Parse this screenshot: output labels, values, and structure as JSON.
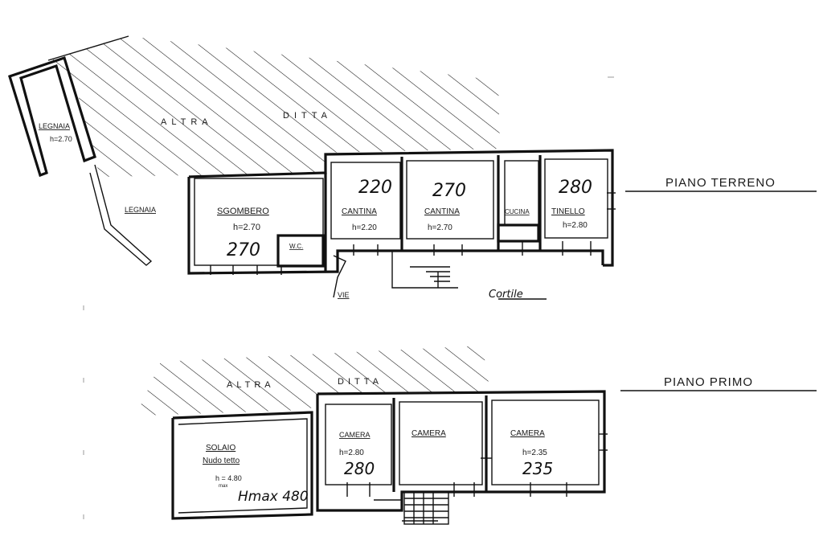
{
  "ground_floor": {
    "title": "PIANO TERRENO",
    "neighbor_label_1": "ALTRA",
    "neighbor_label_2": "DITTA",
    "legnaia_outer": {
      "name": "LEGNAIA",
      "height": "h=2.70"
    },
    "legnaia_inner": {
      "name": "LEGNAIA"
    },
    "sgombero": {
      "name": "SGOMBERO",
      "height": "h=2.70",
      "hand": "270"
    },
    "wc": {
      "name": "W.C."
    },
    "cantina1": {
      "name": "CANTINA",
      "height": "h=2.20",
      "hand": "220"
    },
    "cantina2": {
      "name": "CANTINA",
      "height": "h=2.70",
      "hand": "270"
    },
    "cucina": {
      "name": "CUCINA"
    },
    "tinello": {
      "name": "TINELLO",
      "height": "h=2.80",
      "hand": "280"
    },
    "vie": "VIE",
    "cortile": "Cortile"
  },
  "first_floor": {
    "title": "PIANO PRIMO",
    "neighbor_label_1": "ALTRA",
    "neighbor_label_2": "DITTA",
    "solaio": {
      "name1": "SOLAIO",
      "name2": "Nudo tetto",
      "height": "h  = 4.80",
      "height_sub": "max",
      "hand": "Hmax 480"
    },
    "camera1": {
      "name": "CAMERA",
      "height": "h=2.80",
      "hand": "280"
    },
    "camera2": {
      "name": "CAMERA"
    },
    "camera3": {
      "name": "CAMERA",
      "height": "h=2.35",
      "hand": "235"
    }
  }
}
